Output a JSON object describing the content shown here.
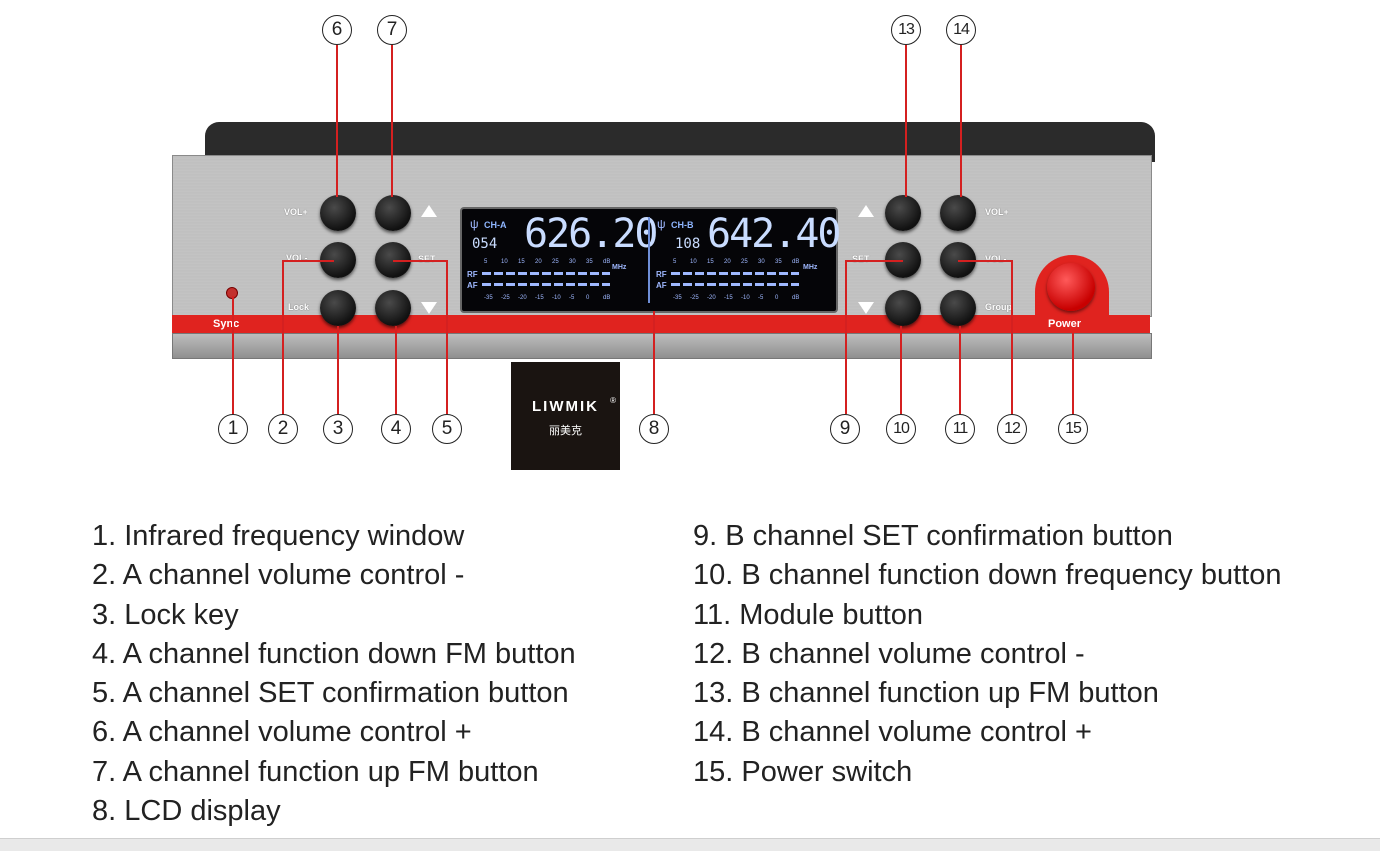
{
  "panel": {
    "labels": {
      "vol_plus_a": "VOL+",
      "vol_minus_a": "VOL-",
      "lock": "Lock",
      "set_a": "SET",
      "set_b": "SET",
      "vol_plus_b": "VOL+",
      "vol_minus_b": "VOL-",
      "group": "Group",
      "sync": "Sync",
      "power": "Power"
    },
    "lcd": {
      "a": {
        "channel": "CH-A",
        "group": "054",
        "frequency": "626.20"
      },
      "b": {
        "channel": "CH-B",
        "group": "108",
        "frequency": "642.40"
      },
      "db_scale": [
        "5",
        "10",
        "15",
        "20",
        "25",
        "30",
        "35",
        "dB"
      ],
      "af_scale": [
        "-35",
        "-25",
        "-20",
        "-15",
        "-10",
        "-5",
        "0",
        "dB"
      ],
      "unit": "MHz",
      "rf": "RF",
      "af": "AF"
    }
  },
  "logo": {
    "name": "LIWMIK",
    "chinese": "丽美克",
    "reg": "®"
  },
  "callouts": [
    "1",
    "2",
    "3",
    "4",
    "5",
    "6",
    "7",
    "8",
    "9",
    "10",
    "11",
    "12",
    "13",
    "14",
    "15"
  ],
  "legend": {
    "left": [
      "1. Infrared frequency window",
      "2. A channel volume control -",
      "3. Lock key",
      "4. A channel function down FM button",
      "5. A channel SET confirmation button",
      "6. A channel volume control +",
      "7. A channel function up FM button",
      "8. LCD display"
    ],
    "right": [
      "9. B channel SET confirmation button",
      "10. B channel function down frequency button",
      "11. Module button",
      "12. B channel volume control -",
      "13. B channel function up FM button",
      "14. B channel volume control +",
      "15. Power switch"
    ]
  },
  "colors": {
    "accent_red": "#e0231f",
    "callout_line": "#d42020",
    "lcd_text": "#c9dcff"
  }
}
